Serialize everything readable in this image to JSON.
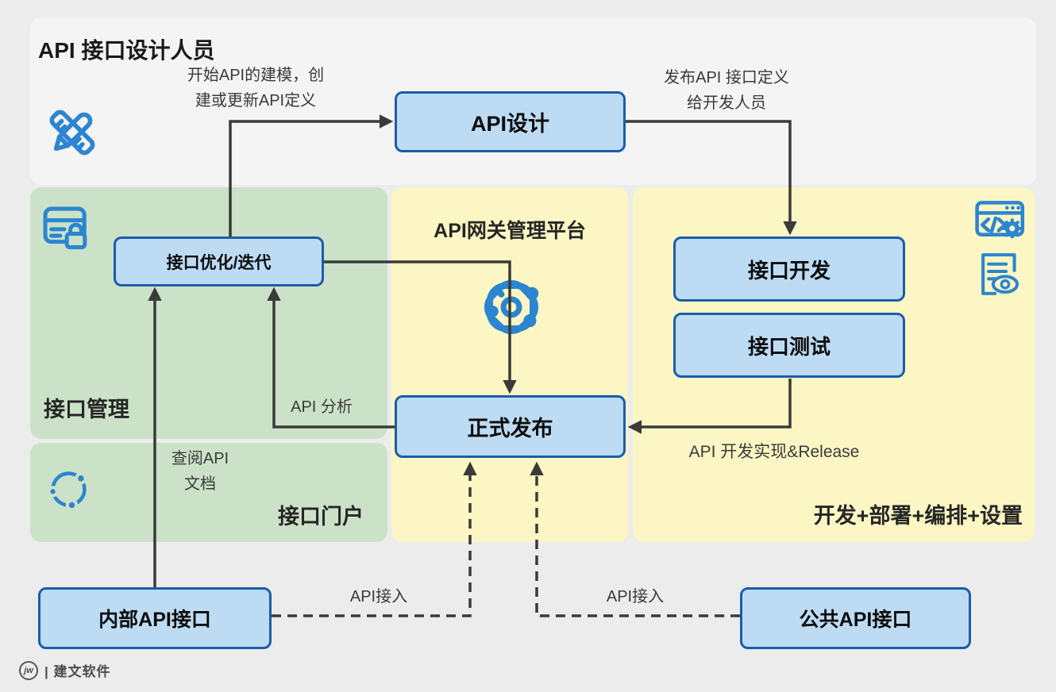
{
  "header": {
    "title": "API 接口设计人员"
  },
  "panels": {
    "management": "接口管理",
    "portal": "接口门户",
    "gateway": "API网关管理平台",
    "devops": "开发+部署+编排+设置"
  },
  "nodes": {
    "api_design": "API设计",
    "optimize": "接口优化/迭代",
    "dev": "接口开发",
    "test": "接口测试",
    "release": "正式发布",
    "internal_api": "内部API接口",
    "public_api": "公共API接口"
  },
  "labels": {
    "modeling1": "开始API的建模，创",
    "modeling2": "建或更新API定义",
    "publish1": "发布API 接口定义",
    "publish2": "给开发人员",
    "analysis": "API 分析",
    "docs1": "查阅API",
    "docs2": "文档",
    "access_left": "API接入",
    "access_right": "API接入",
    "dev_release": "API 开发实现&Release"
  },
  "footer": {
    "logo_mark": "jw",
    "logo_text": "| 建文软件"
  },
  "icons": {
    "top_left": "ruler-pencil-icon",
    "management": "document-lock-icon",
    "portal": "share-network-icon",
    "gateway": "api-gateway-icon",
    "devops_top": "browser-code-gear-icon",
    "devops_bottom": "document-eye-icon",
    "logo": "jw-circle-icon"
  },
  "colors": {
    "background": "#ececec",
    "panel_green": "#cbe2c8",
    "panel_yellow": "#fbf6c3",
    "node_fill": "#bddcf4",
    "node_border": "#1b5cad",
    "icon_blue": "#2c85d0",
    "arrow": "#3a3a3a"
  }
}
